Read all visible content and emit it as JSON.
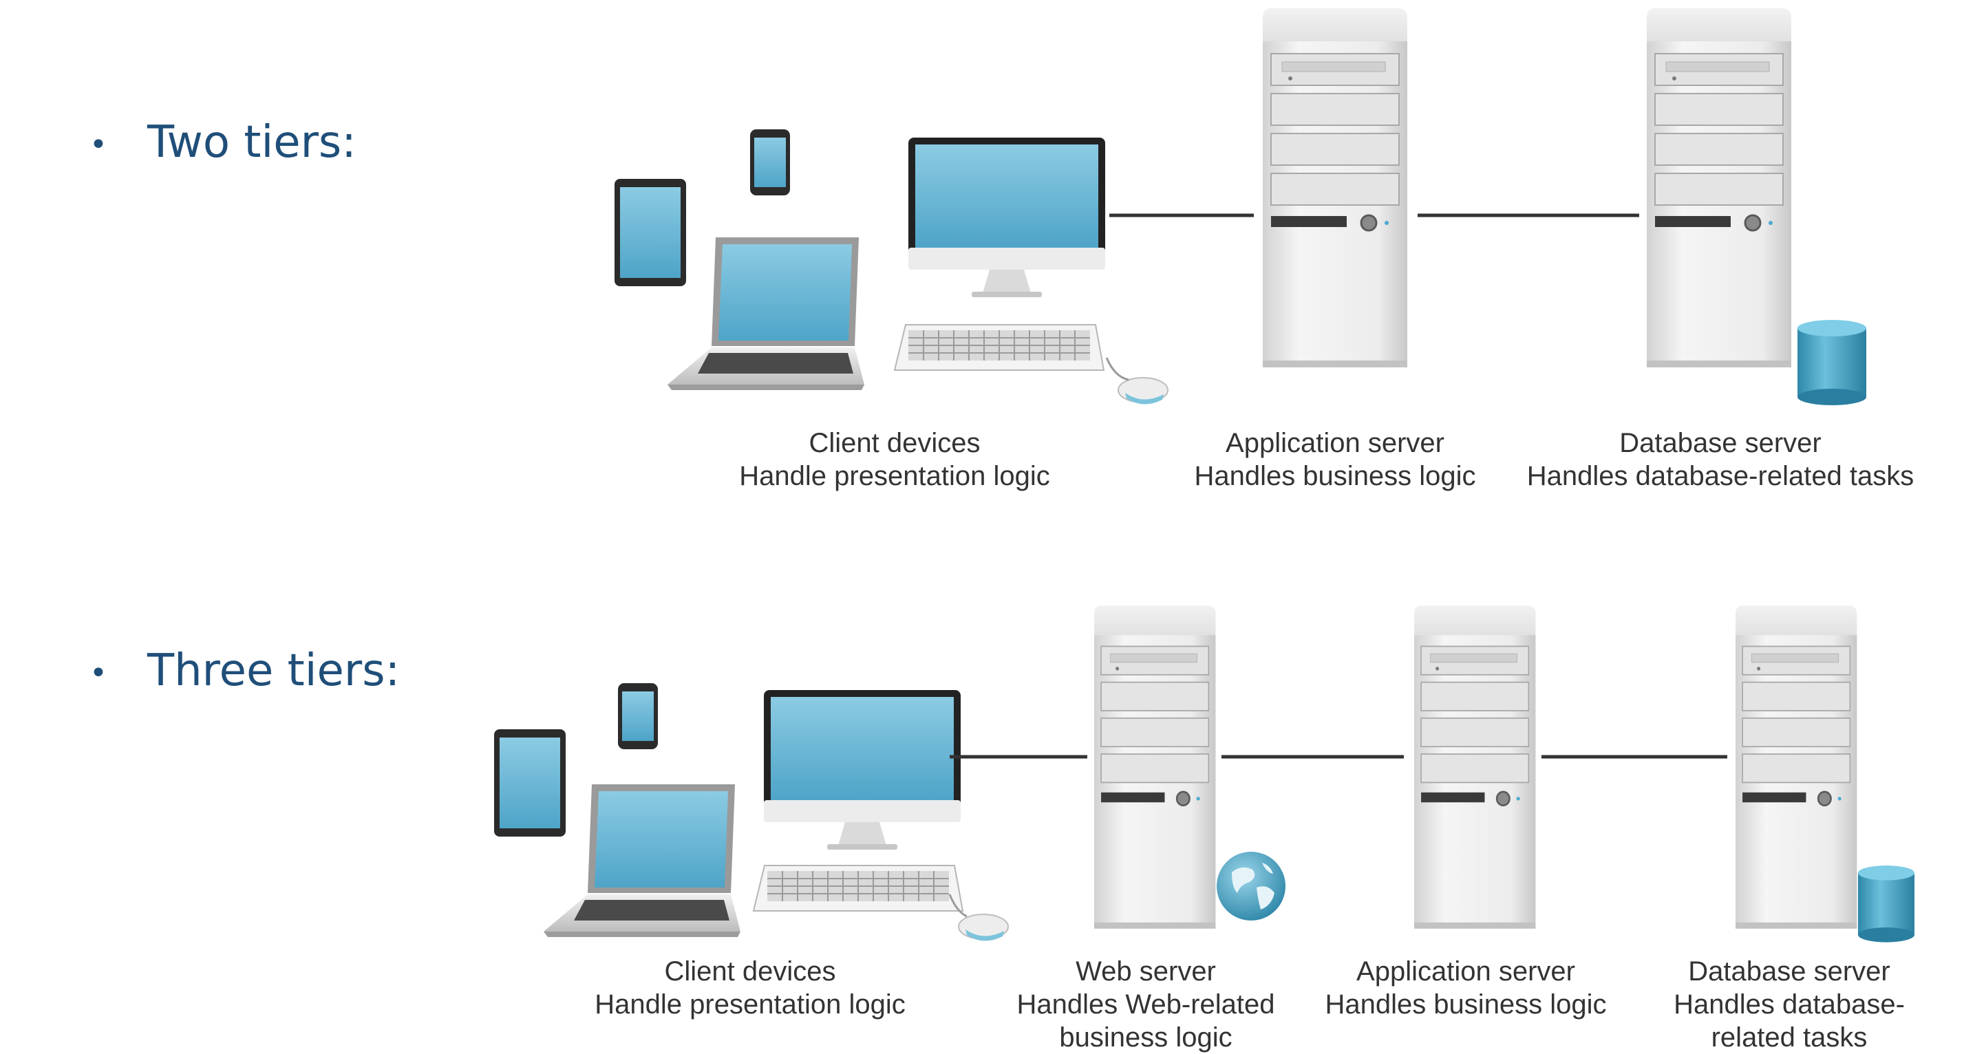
{
  "bullets": {
    "two": {
      "symbol": "•",
      "text": "Two tiers:"
    },
    "three": {
      "symbol": "•",
      "text": "Three tiers:"
    }
  },
  "two_tier": {
    "client": {
      "name": "Client devices",
      "role": "Handle presentation logic"
    },
    "app": {
      "name": "Application server",
      "role": "Handles business logic"
    },
    "db": {
      "name": "Database server",
      "role": "Handles database-related tasks"
    }
  },
  "three_tier": {
    "client": {
      "name": "Client devices",
      "role": "Handle presentation logic"
    },
    "web": {
      "name": "Web server",
      "role_line1": "Handles Web-related",
      "role_line2": "business logic"
    },
    "app": {
      "name": "Application server",
      "role": "Handles business logic"
    },
    "db": {
      "name": "Database server",
      "role_line1": "Handles database-",
      "role_line2": "related tasks"
    }
  },
  "icons": [
    "tablet-icon",
    "smartphone-icon",
    "laptop-icon",
    "monitor-icon",
    "keyboard-icon",
    "mouse-icon",
    "server-tower-icon",
    "globe-icon",
    "database-cylinder-icon"
  ],
  "colors": {
    "bullet_text": "#1f4e79",
    "screen": "#6fb6d6",
    "accent_teal": "#3f9fbf",
    "connector": "#333333",
    "server_body": "#e6e6e6"
  }
}
